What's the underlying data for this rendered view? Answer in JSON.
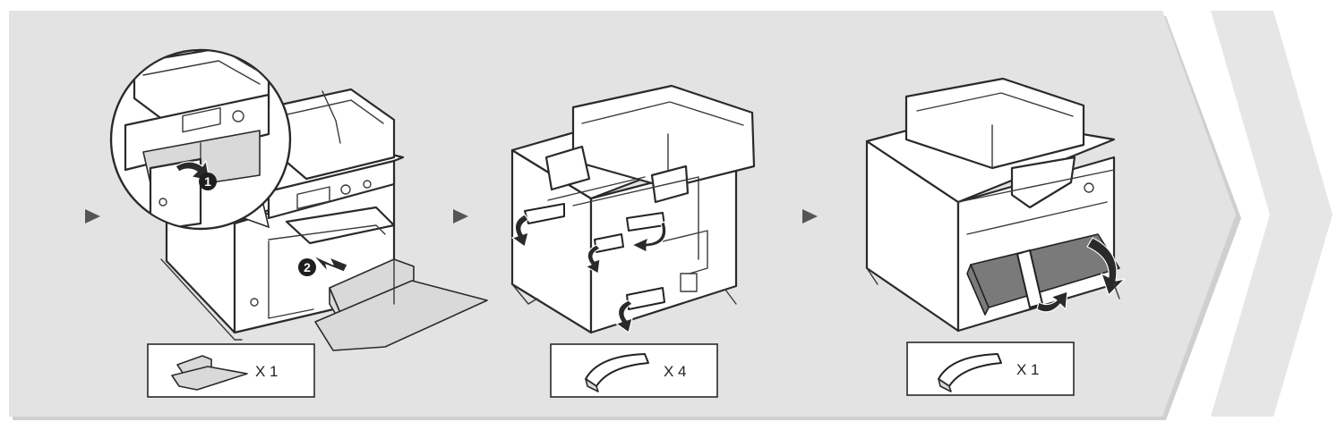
{
  "colors": {
    "band": "#e3e3e3",
    "band_shadow": "#cfcfcf",
    "chevron": "#e6e6e6",
    "step_arrow": "#555555",
    "ink": "#2a2a2a"
  },
  "steps": [
    {
      "callouts": [
        "1",
        "2"
      ],
      "part_icon": "styrofoam-tray-icon",
      "quantity": "X 1"
    },
    {
      "callouts": [],
      "part_icon": "tape-strip-icon",
      "quantity": "X 4"
    },
    {
      "callouts": [],
      "part_icon": "tape-strip-icon",
      "quantity": "X 1"
    }
  ],
  "icons": {
    "step_arrow": "play-triangle-icon",
    "next_chevron": "chevron-right-icon"
  }
}
